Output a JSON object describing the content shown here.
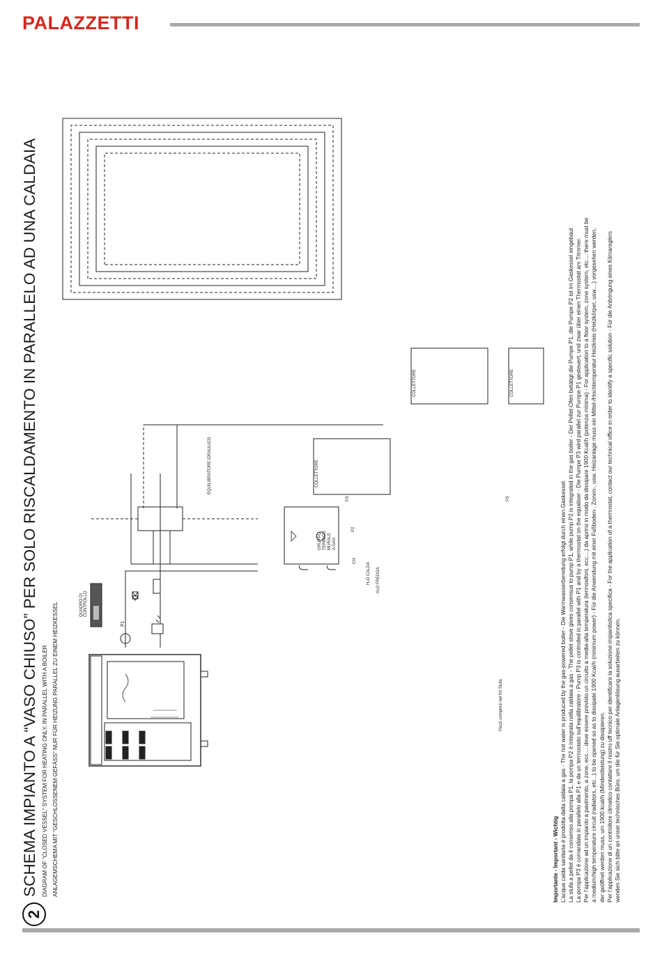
{
  "brand": "PALAZZETTI",
  "diagram_number": "2",
  "title": "SCHEMA IMPIANTO A “VASO CHIUSO” PER SOLO RISCALDAMENTO IN PARALLELO AD UNA CALDAIA",
  "subtitle_en": "DIAGRAM OF “CLOSED VESSEL” SYSTEM FOR HEATING ONLY, IN PARALLEL WITH A BOILER",
  "subtitle_de": "ANLAGEMSCHEMA MIT “GESCHLOSSENEM GEFÄSS” NUR FÜR HEIZUNG PARALLEL ZU EINEM HEIZKESSEL",
  "labels": {
    "quadro": [
      "QUADRO DI",
      "CONTROLLO"
    ],
    "p1": "P1",
    "p2": "P2",
    "p3_left": "P3",
    "p3_right": "P3",
    "gruppo": [
      "GRUPPO",
      "TERMICO",
      "MURALE",
      "A GAS"
    ],
    "ch": "CH",
    "h2o_calda": "H₂O CALDA",
    "h2o_fredda": "H₂O FREDDA",
    "equilibratore": "EQUILIBRATORE IDRAULICO",
    "pezzi": "Pezzi compresi nel Kit Stufa",
    "collettore_1": "COLLETTORE",
    "collettore_2": "COLLETTORE",
    "collettore_3": "COLLETTORE"
  },
  "notes": {
    "heading": "Importante - Important - Wichtig",
    "lines": [
      "L’acqua calda sanitaria è prodotta dalla caldaia a gas - The hot water is produced by the gas-powered boiler - Die Warmwasserbereitung erfolgt durch einen Gaskessel.",
      "La stufa a pellet da il consenso alla pompa P1, la pompa P2 è integrata nella caldaia a gas - The pellet stove gives consensus to pump P1, while pump P2 is integrated in the gas boiler - Der Pellet-Ofen betätigt die Pumpe P1, die Pumpe P2 ist im Gaskessel eingebaut",
      "La pompa P3 è comandata in parallelo alla P1 e da un termostato sull’equilibratore - Pump P3 is controlled in parallel with P1 and by a thermostat on the equaliser - Die Pumpe P3 wird parallel zur Pumpe P1 gesteuert, und zwar über einen Thermostat am Trimmer.",
      "Per l’applicazione ad un impianto a pavimento, a zone, ecc.... deve essere previsto un circuito a media-alta temperatura (termosifoni, ecc....) da aprirsi in modo da dissipare 1900 Kcal/h (potenza minima) - For application to a floor system, zone system, etc.... there must be",
      "a medium/high temperature circuit (radiators, etc...) to be opened so as to dissipate 1900 Kcal/h (minimum power) - Für die Anwendung mit einer Fußboden-, Zonen-, usw. Heizanlage  muss ein Mittel-/Hochtemperatur Heizkreis (Heizkörper, usw....) vorgesehen werden,",
      "der geöffnet werden muss, um 1900 kcal/h (Mindestleistung) zu dissipieren.",
      "Per l’applicazione di un controllore climatico contattare il nostro uff tecnico per identificare la soluzione impiantistica specifica - For the application of a thermostat, contact our technical office in order to identify a specific solution - Für die Anbringung eines Klimareglers",
      "wenden Sie sich bitte an unser technisches Büro, um die für Sie optimale Anlagenlösung ausarbeiten zu können."
    ],
    "bullet_lines": [
      0,
      1,
      2,
      3,
      6
    ]
  }
}
